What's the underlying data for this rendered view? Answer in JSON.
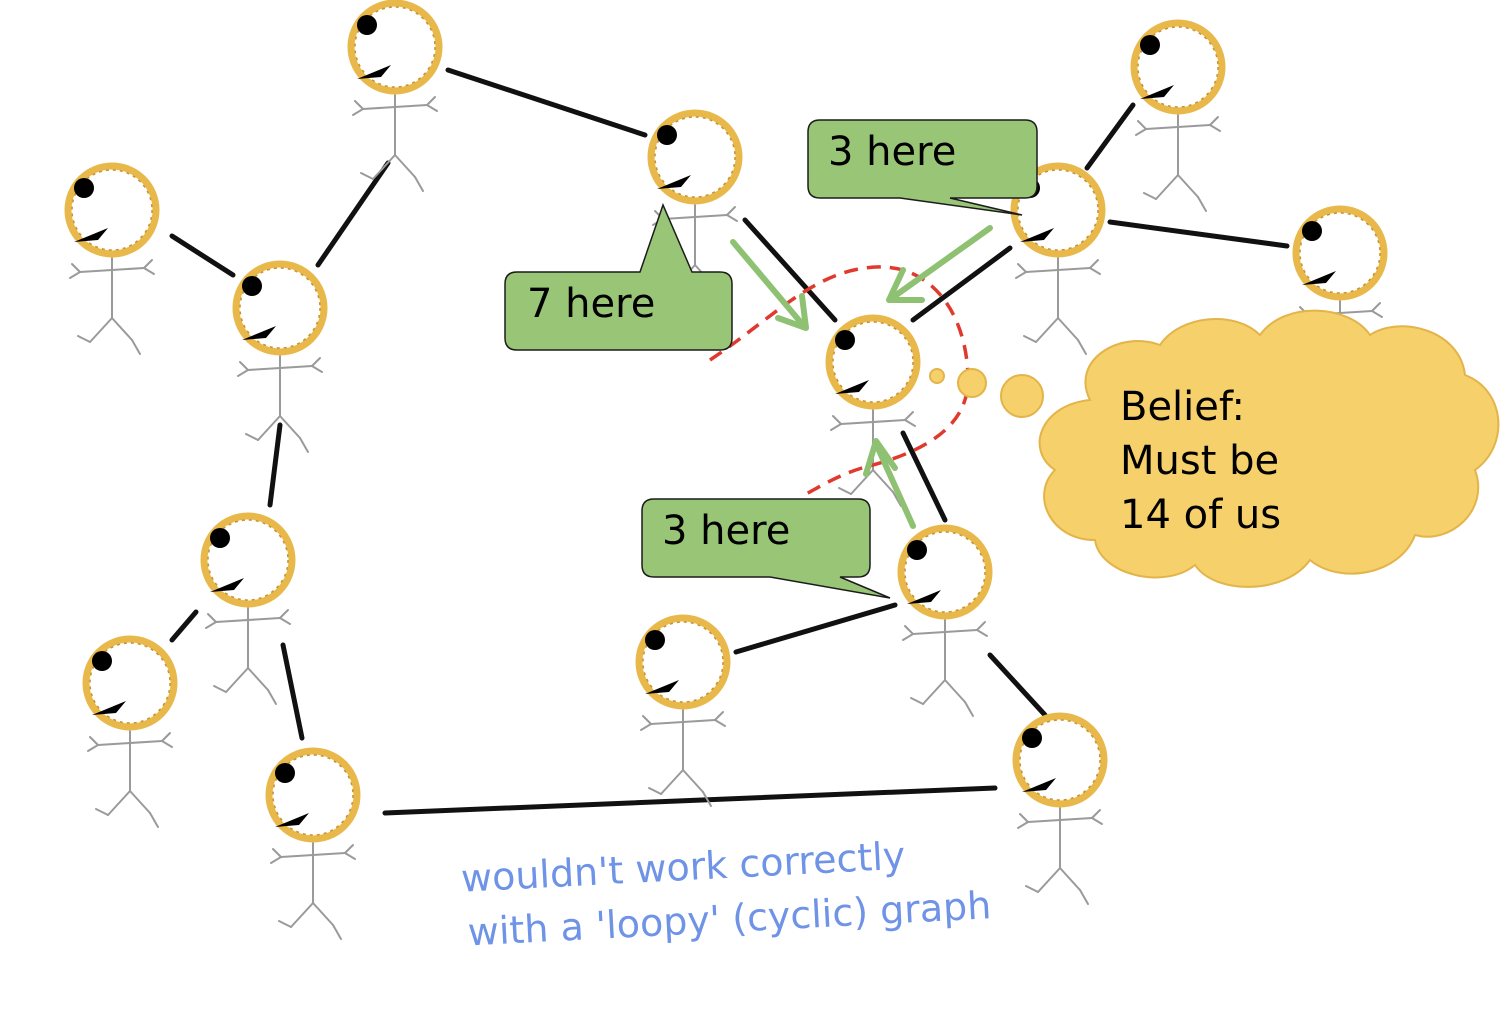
{
  "callouts": {
    "left": "7 here",
    "top_right": "3 here",
    "bottom": "3 here"
  },
  "belief": {
    "line1": "Belief:",
    "line2": "Must be",
    "line3": "14 of us"
  },
  "caption": {
    "line1": "wouldn't work correctly",
    "line2": "with a 'loopy' (cyclic) graph"
  },
  "colors": {
    "head_ring": "#e8b84a",
    "edge": "#111111",
    "callout_fill": "#99c676",
    "arrow": "#8fc173",
    "thought_fill": "#f6d06a",
    "thought_stroke": "#e3b44a",
    "dashed_boundary": "#e03a2e",
    "caption": "#6f93e6"
  },
  "icons": {
    "person": "stick-figure-person-icon"
  }
}
